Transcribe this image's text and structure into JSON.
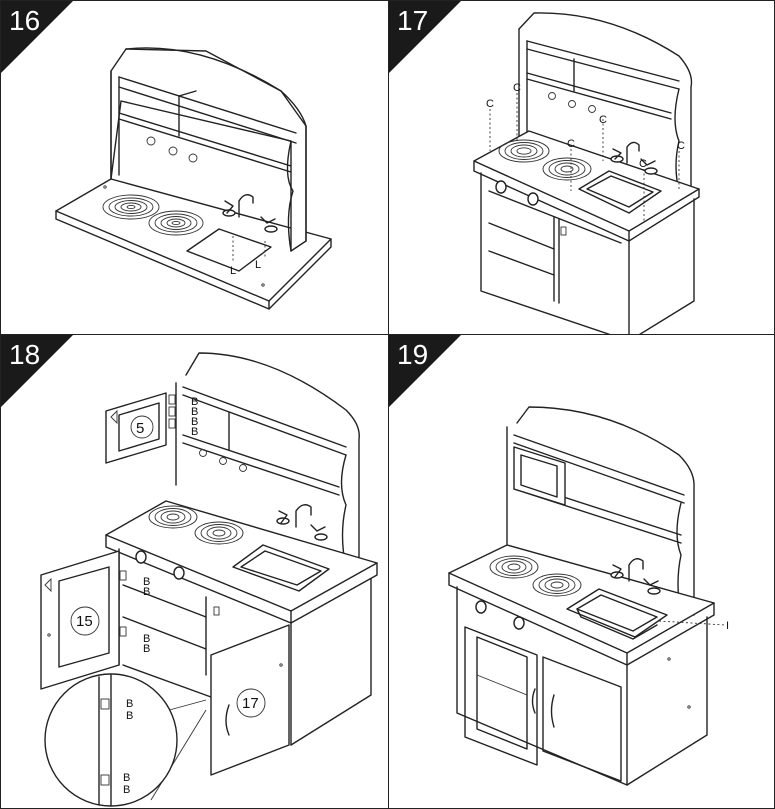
{
  "steps": [
    {
      "number": "16",
      "labels": {
        "left_hole": "L",
        "right_hole": "L"
      }
    },
    {
      "number": "17",
      "labels": {
        "c1": "C",
        "c2": "C",
        "c3": "C",
        "c4": "C",
        "c5": "C",
        "c6": "C"
      }
    },
    {
      "number": "18",
      "labels": {
        "part_upper_door": "5",
        "part_lower_door": "15",
        "part_right_door": "17",
        "hinge": "B"
      }
    },
    {
      "number": "19",
      "labels": {
        "sink_part": "I"
      }
    }
  ]
}
